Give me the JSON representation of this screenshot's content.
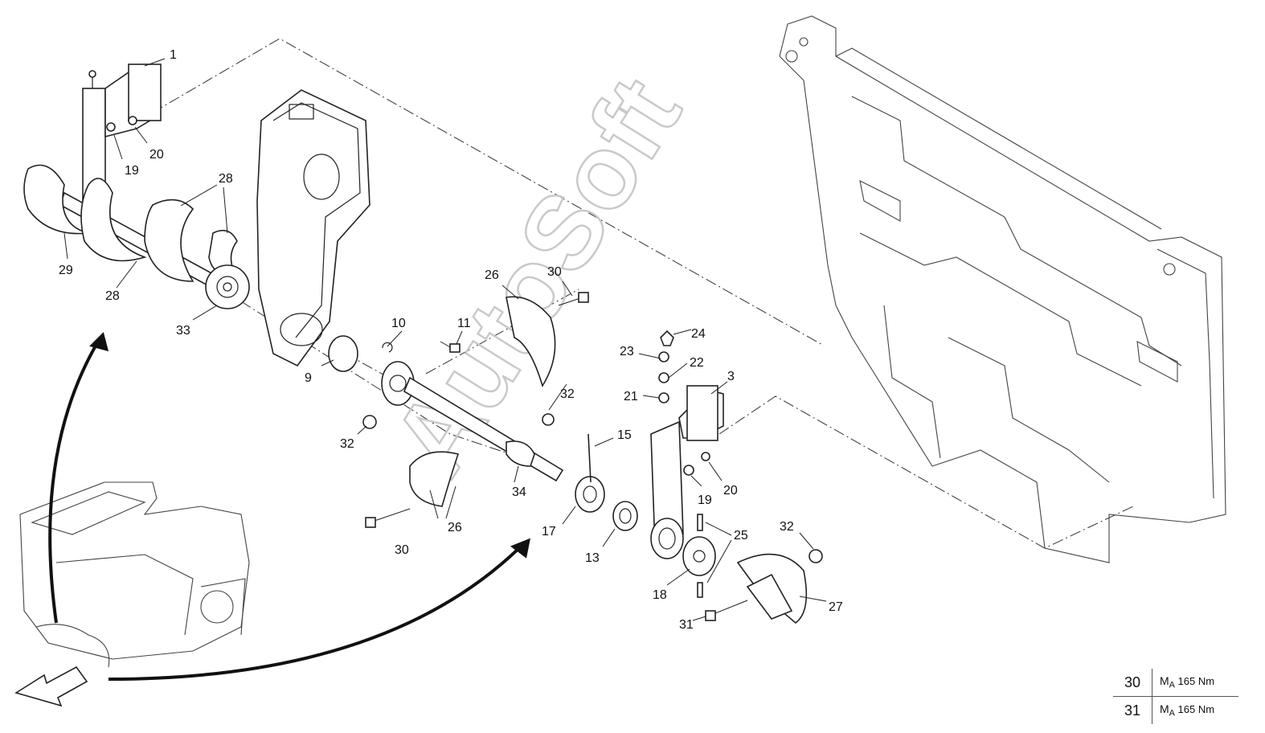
{
  "watermark": "AutoSoft",
  "callouts": {
    "p1": "1",
    "p3": "3",
    "p9": "9",
    "p10": "10",
    "p11": "11",
    "p13": "13",
    "p15": "15",
    "p17": "17",
    "p18": "18",
    "p19a": "19",
    "p19b": "19",
    "p20a": "20",
    "p20b": "20",
    "p21": "21",
    "p22": "22",
    "p23": "23",
    "p24": "24",
    "p25": "25",
    "p26a": "26",
    "p26b": "26",
    "p27": "27",
    "p28a": "28",
    "p28b": "28",
    "p29": "29",
    "p30a": "30",
    "p30b": "30",
    "p31": "31",
    "p32a": "32",
    "p32b": "32",
    "p32c": "32",
    "p33": "33",
    "p34": "34"
  },
  "torque_table": {
    "rows": [
      {
        "part": "30",
        "symbol": "M",
        "subscript": "A",
        "value": "165 Nm"
      },
      {
        "part": "31",
        "symbol": "M",
        "subscript": "A",
        "value": "165 Nm"
      }
    ]
  }
}
